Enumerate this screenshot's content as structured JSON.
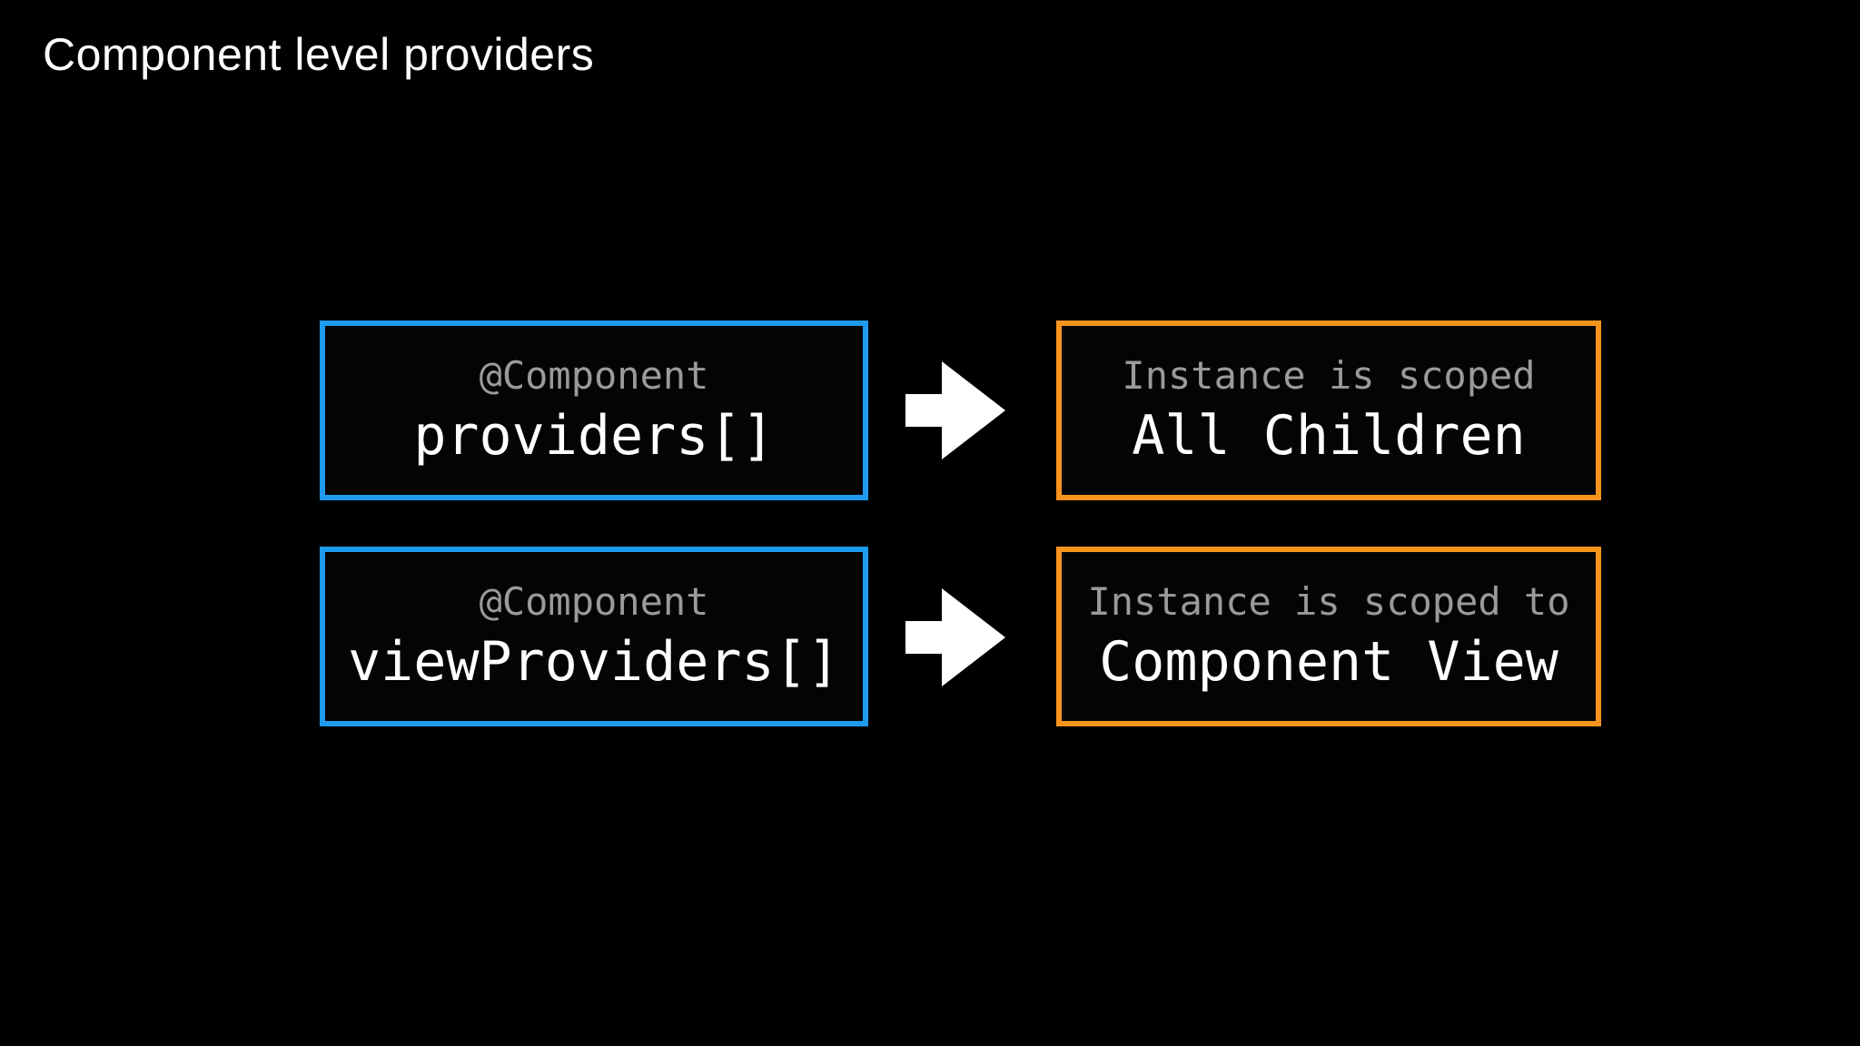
{
  "title": "Component level providers",
  "colors": {
    "background": "#000000",
    "blue_border": "#1E9BEF",
    "orange_border": "#F7941E",
    "muted_text": "#9A9A9A",
    "primary_text": "#FFFFFF",
    "arrow": "#FFFFFF"
  },
  "rows": [
    {
      "source": {
        "annotation": "@Component",
        "code": "providers[]"
      },
      "arrow_icon": "arrow-right-icon",
      "result": {
        "annotation": "Instance is scoped",
        "scope": "All Children"
      }
    },
    {
      "source": {
        "annotation": "@Component",
        "code": "viewProviders[]"
      },
      "arrow_icon": "arrow-right-icon",
      "result": {
        "annotation": "Instance is scoped to",
        "scope": "Component View"
      }
    }
  ]
}
